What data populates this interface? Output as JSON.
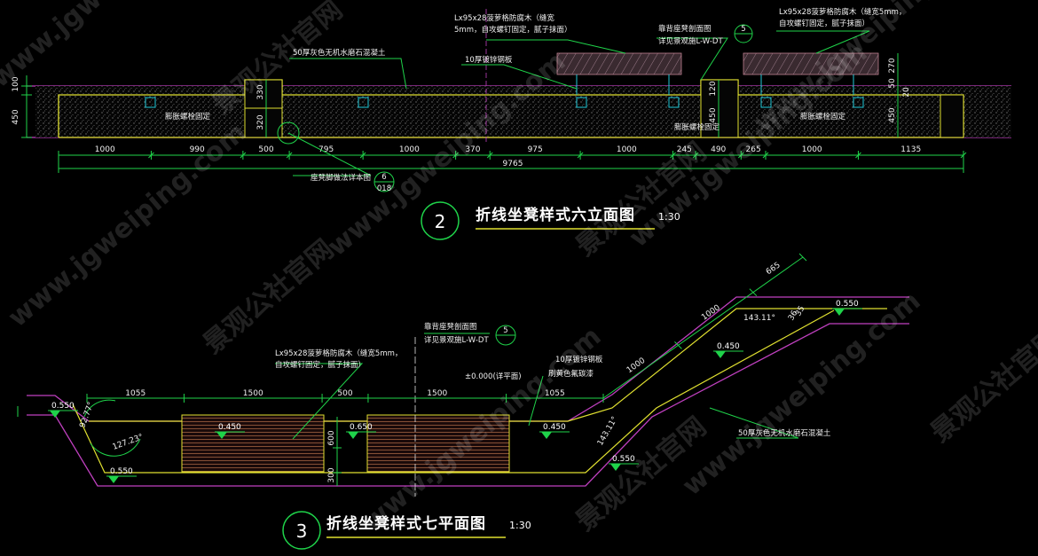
{
  "elevation": {
    "dims_bottom": [
      "1000",
      "990",
      "500",
      "795",
      "1000",
      "370",
      "975",
      "1000",
      "245",
      "490",
      "265",
      "1000",
      "1135"
    ],
    "dim_total": "9765",
    "dims_left": [
      "100",
      "450"
    ],
    "dims_post_a": [
      "330",
      "320"
    ],
    "dims_post_b": [
      "450",
      "120"
    ],
    "dims_right": [
      "270",
      "50",
      "20",
      "450"
    ],
    "notes": {
      "concrete": "50厚灰色无机水磨石混凝土",
      "steel": "10厚镀锌钢板",
      "wood_line1": "Lx95x28菠萝格防腐木（缝宽",
      "wood_line2": "5mm，自攻螺钉固定，腻子抹面）",
      "section_line1": "靠背座凳剖面图",
      "section_line2": "详见景观施L-W-DT",
      "section_no": "5",
      "wood_r_line1": "Lx95x28菠萝格防腐木（缝宽5mm，",
      "wood_r_line2": "自攻螺钉固定，腻子抹面）",
      "bolt_l": "膨胀螺栓固定",
      "bolt_m": "膨胀螺栓固定",
      "bolt_r": "膨胀螺栓固定",
      "detail_text": "座凳脚做法详本图",
      "detail_no": "6",
      "detail_sheet": "018"
    },
    "title_no": "2",
    "title": "折线坐凳样式六立面图",
    "scale": "1:30"
  },
  "plan": {
    "dims_top": [
      "1055",
      "1500",
      "500",
      "1500",
      "1055"
    ],
    "dims_diag": [
      "1000",
      "1000",
      "665"
    ],
    "dims_vert": [
      "600",
      "300"
    ],
    "dims_diag_small": [
      "36",
      "35"
    ],
    "angles": [
      "92.77°",
      "127.23°",
      "143.11°",
      "143.11°"
    ],
    "levels": [
      "0.550",
      "0.550",
      "0.450",
      "0.650",
      "0.450",
      "0.550",
      "0.450",
      "0.550"
    ],
    "notes": {
      "wood_line1": "Lx95x28菠萝格防腐木（缝宽5mm，",
      "wood_line2": "自攻螺钉固定，腻子抹面）",
      "section_line1": "靠背座凳剖面图",
      "section_line2": "详见景观施L-W-DT",
      "section_no": "5",
      "zero": "±0.000(详平面)",
      "steel_line1": "10厚镀锌钢板",
      "steel_line2": "刷黄色氟碳漆",
      "concrete": "50厚灰色无机水磨石混凝土"
    },
    "title_no": "3",
    "title": "折线坐凳样式七平面图",
    "scale": "1:30"
  },
  "watermark": {
    "url": "www.jgweiping.com",
    "cn": "景观公社官网"
  },
  "colors": {
    "dim": "#1fd34a",
    "outline": "#e0e030",
    "magenta": "#c040c0",
    "cyan": "#20c8d8",
    "wood": "#7a3a2a"
  }
}
